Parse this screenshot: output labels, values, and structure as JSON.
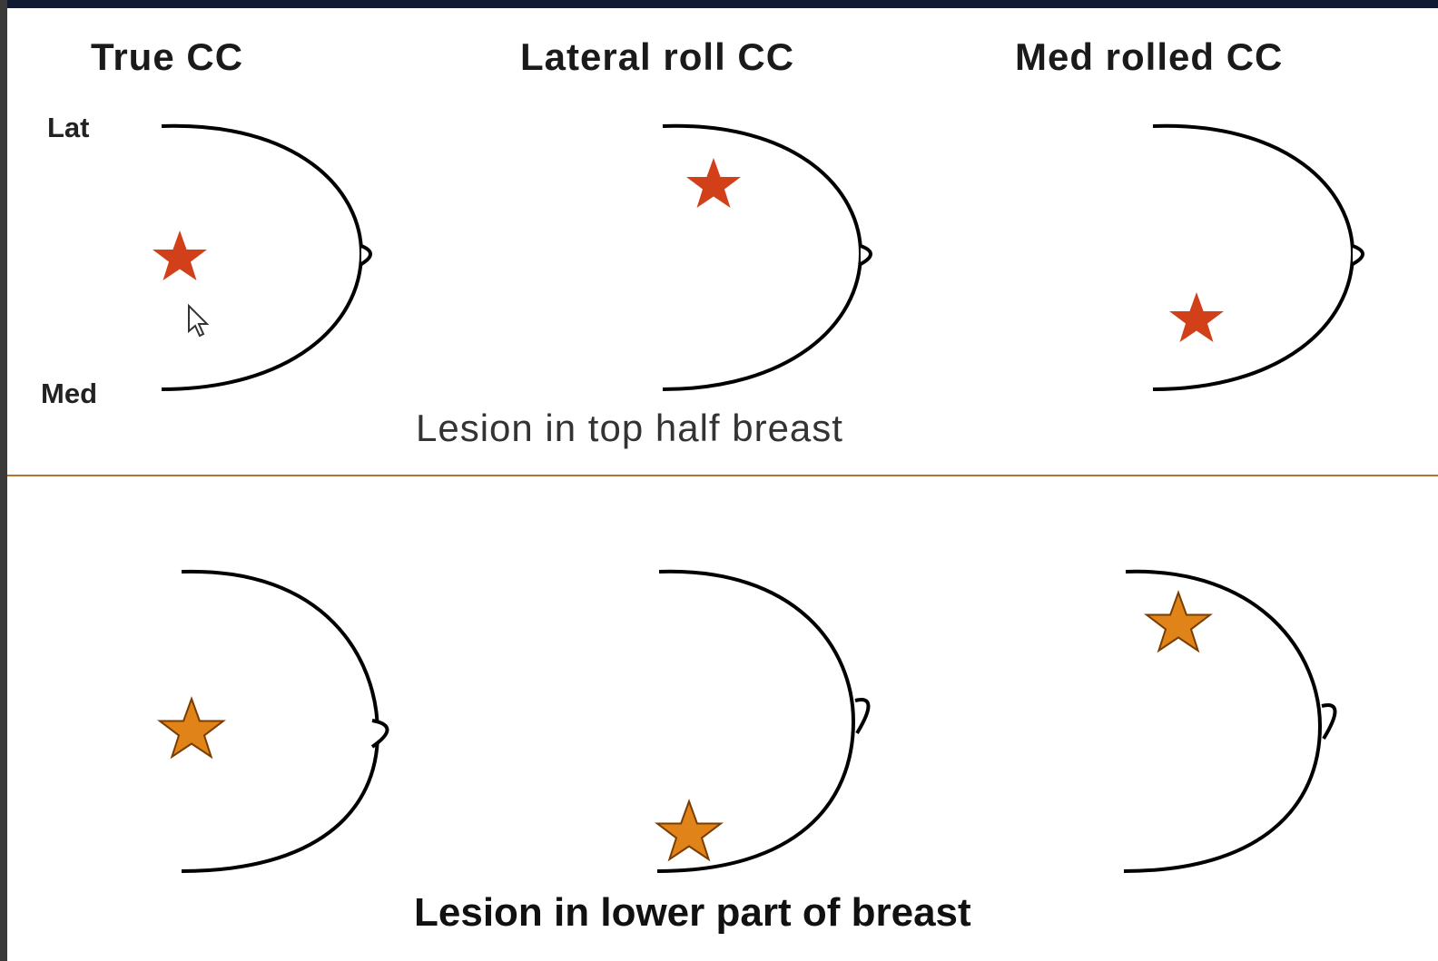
{
  "top": {
    "titles": [
      "True CC",
      "Lateral roll CC",
      "Med rolled CC"
    ],
    "lat_label": "Lat",
    "med_label": "Med",
    "caption": "Lesion in top half breast",
    "star_color": "#d2401a"
  },
  "bottom": {
    "caption": "Lesion in lower part of breast",
    "star_fill": "#e0841a",
    "star_stroke": "#7a3c00"
  },
  "icons": {
    "cursor": "mouse-pointer-icon"
  }
}
